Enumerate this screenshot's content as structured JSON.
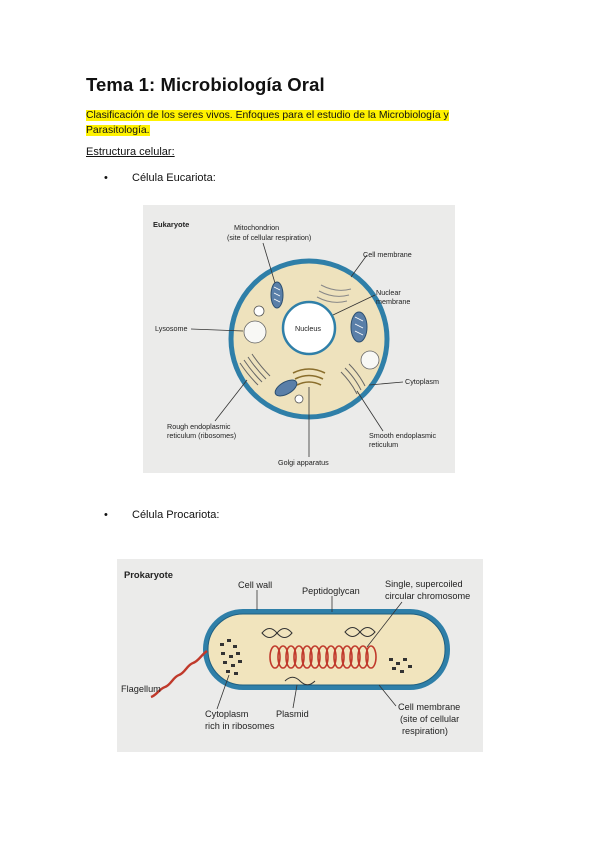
{
  "title": "Tema 1: Microbiología Oral",
  "highlight_line1": "Clasificación de los seres vivos. Enfoques para el estudio de la Microbiología y",
  "highlight_line2": "Parasitología.",
  "subheading": "Estructura celular:",
  "bullet_bullet_char": "•",
  "bullets": [
    {
      "text": "Célula Eucariota:"
    },
    {
      "text": "Célula Procariota:"
    }
  ],
  "eukaryote_figure": {
    "heading": "Eukaryote",
    "labels": {
      "mitochondrion_1": "Mitochondrion",
      "mitochondrion_2": "(site of cellular respiration)",
      "cell_membrane": "Cell membrane",
      "nuclear_membrane_1": "Nuclear",
      "nuclear_membrane_2": "membrane",
      "nucleus": "Nucleus",
      "lysosome": "Lysosome",
      "cytoplasm": "Cytoplasm",
      "rough_er_1": "Rough endoplasmic",
      "rough_er_2": "reticulum (ribosomes)",
      "smooth_er_1": "Smooth endoplasmic",
      "smooth_er_2": "reticulum",
      "golgi": "Golgi apparatus"
    },
    "colors": {
      "background": "#ebebea",
      "cytoplasm": "#eee2bd",
      "membrane": "#2f7fa8",
      "mito": "#5a7fa8"
    }
  },
  "prokaryote_figure": {
    "heading": "Prokaryote",
    "labels": {
      "cell_wall": "Cell wall",
      "peptidoglycan": "Peptidoglycan",
      "chromosome_1": "Single, supercoiled",
      "chromosome_2": "circular chromosome",
      "flagellum": "Flagellum",
      "cytoplasm_1": "Cytoplasm",
      "cytoplasm_2": "rich in ribosomes",
      "plasmid": "Plasmid",
      "cell_membrane_1": "Cell membrane",
      "cell_membrane_2": "(site of cellular",
      "cell_membrane_3": "respiration)"
    },
    "colors": {
      "background": "#ebebea",
      "cytoplasm": "#f1e4bd",
      "wall": "#2f7fa8",
      "chromosome": "#c0392b",
      "flagellum": "#c0392b"
    }
  }
}
